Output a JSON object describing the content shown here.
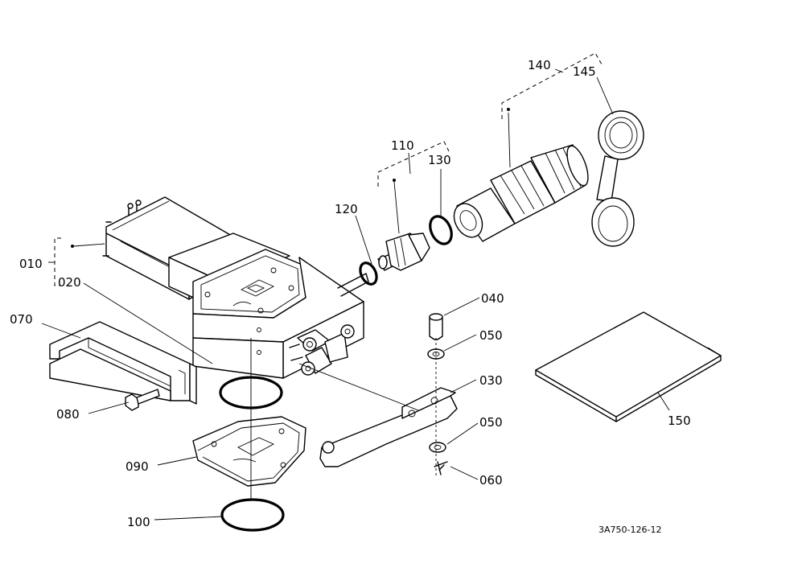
{
  "labels": {
    "p010": "010",
    "p020": "020",
    "p030": "030",
    "p040": "040",
    "p050a": "050",
    "p050b": "050",
    "p060": "060",
    "p070": "070",
    "p080": "080",
    "p090": "090",
    "p100": "100",
    "p110": "110",
    "p120": "120",
    "p130": "130",
    "p140": "140",
    "p145": "145",
    "p150": "150"
  },
  "reference": "3A750-126-12"
}
